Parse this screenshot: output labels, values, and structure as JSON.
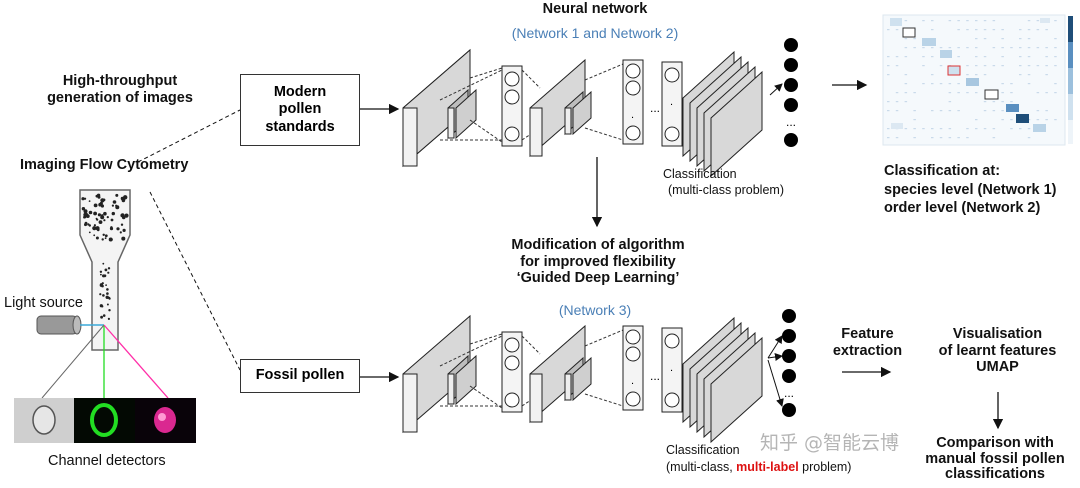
{
  "top": {
    "title": "Neural network",
    "subtitle": "(Network 1 and Network 2)",
    "classification": "Classification",
    "classification_sub": "(multi-class problem)"
  },
  "left": {
    "hts_title": "High-throughput\ngeneration of images",
    "ifc_title": "Imaging Flow Cytometry",
    "light_source": "Light source",
    "channel_detectors": "Channel detectors"
  },
  "boxes": {
    "modern": "Modern\npollen\nstandards",
    "fossil": "Fossil pollen"
  },
  "middle": {
    "modification": "Modification of algorithm\nfor improved flexibility\n‘Guided Deep Learning’",
    "network3": "(Network 3)"
  },
  "bottom": {
    "classification": "Classification",
    "class_prefix": "(multi-class, ",
    "class_highlight": "multi-label",
    "class_suffix": " problem)",
    "feature": "Feature\nextraction",
    "visualisation": "Visualisation\nof learnt features\nUMAP",
    "comparison": "Comparison with\nmanual fossil pollen\nclassifications"
  },
  "right": {
    "result": "Classification at:\nspecies level (Network 1)\norder level (Network 2)"
  },
  "watermark": "知乎 @智能云博",
  "colors": {
    "network_subtitle": "#4a7fb6",
    "highlight": "#d11111",
    "green_channel": "#22dd22",
    "magenta_channel": "#ff2fa8",
    "matrix_dark": "#1f4e79"
  }
}
